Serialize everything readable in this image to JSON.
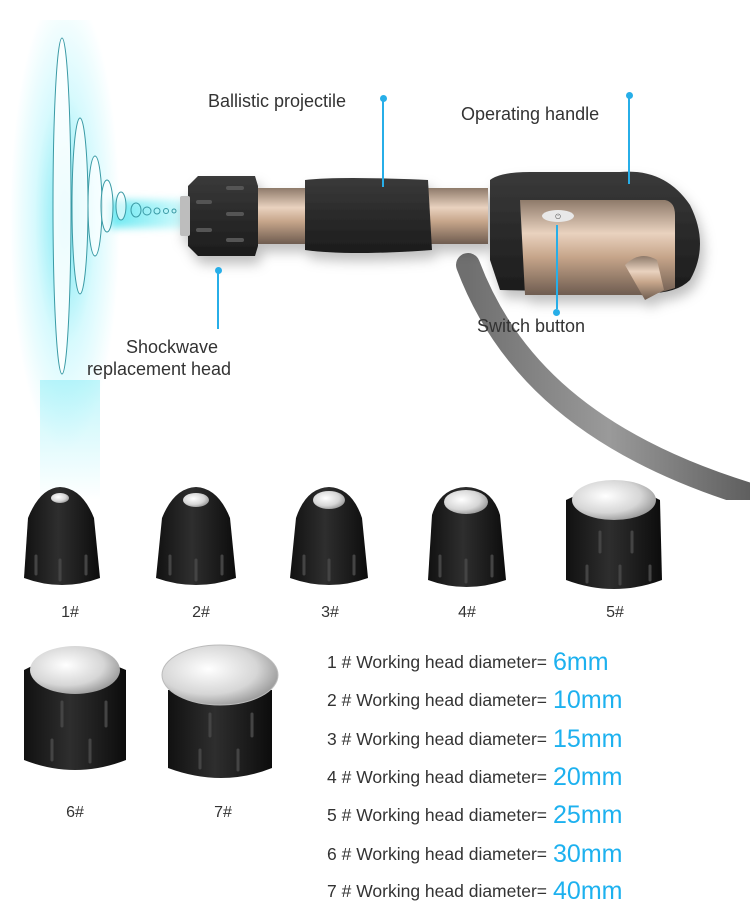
{
  "callouts": {
    "ballistic_projectile": "Ballistic projectile",
    "operating_handle": "Operating handle",
    "switch_button": "Switch button",
    "shockwave_head_line1": "Shockwave",
    "shockwave_head_line2": "replacement head"
  },
  "heads": [
    {
      "id": "1#",
      "label": "1#"
    },
    {
      "id": "2#",
      "label": "2#"
    },
    {
      "id": "3#",
      "label": "3#"
    },
    {
      "id": "4#",
      "label": "4#"
    },
    {
      "id": "5#",
      "label": "5#"
    },
    {
      "id": "6#",
      "label": "6#"
    },
    {
      "id": "7#",
      "label": "7#"
    }
  ],
  "specs": [
    {
      "prefix": "1 # Working head diameter=",
      "value": "6mm"
    },
    {
      "prefix": "2 # Working head diameter=",
      "value": "10mm"
    },
    {
      "prefix": "3 # Working head diameter=",
      "value": "15mm"
    },
    {
      "prefix": "4 # Working head diameter=",
      "value": "20mm"
    },
    {
      "prefix": "5 # Working head diameter=",
      "value": "25mm"
    },
    {
      "prefix": "6 # Working head diameter=",
      "value": "30mm"
    },
    {
      "prefix": "7 # Working head diameter=",
      "value": "40mm"
    }
  ],
  "colors": {
    "accent": "#1db1ef",
    "pointer": "#27aee8",
    "text": "#333333",
    "device_black": "#2b2b2b",
    "device_gold": "#c9a88e",
    "cable_gray": "#8a8a8a"
  }
}
